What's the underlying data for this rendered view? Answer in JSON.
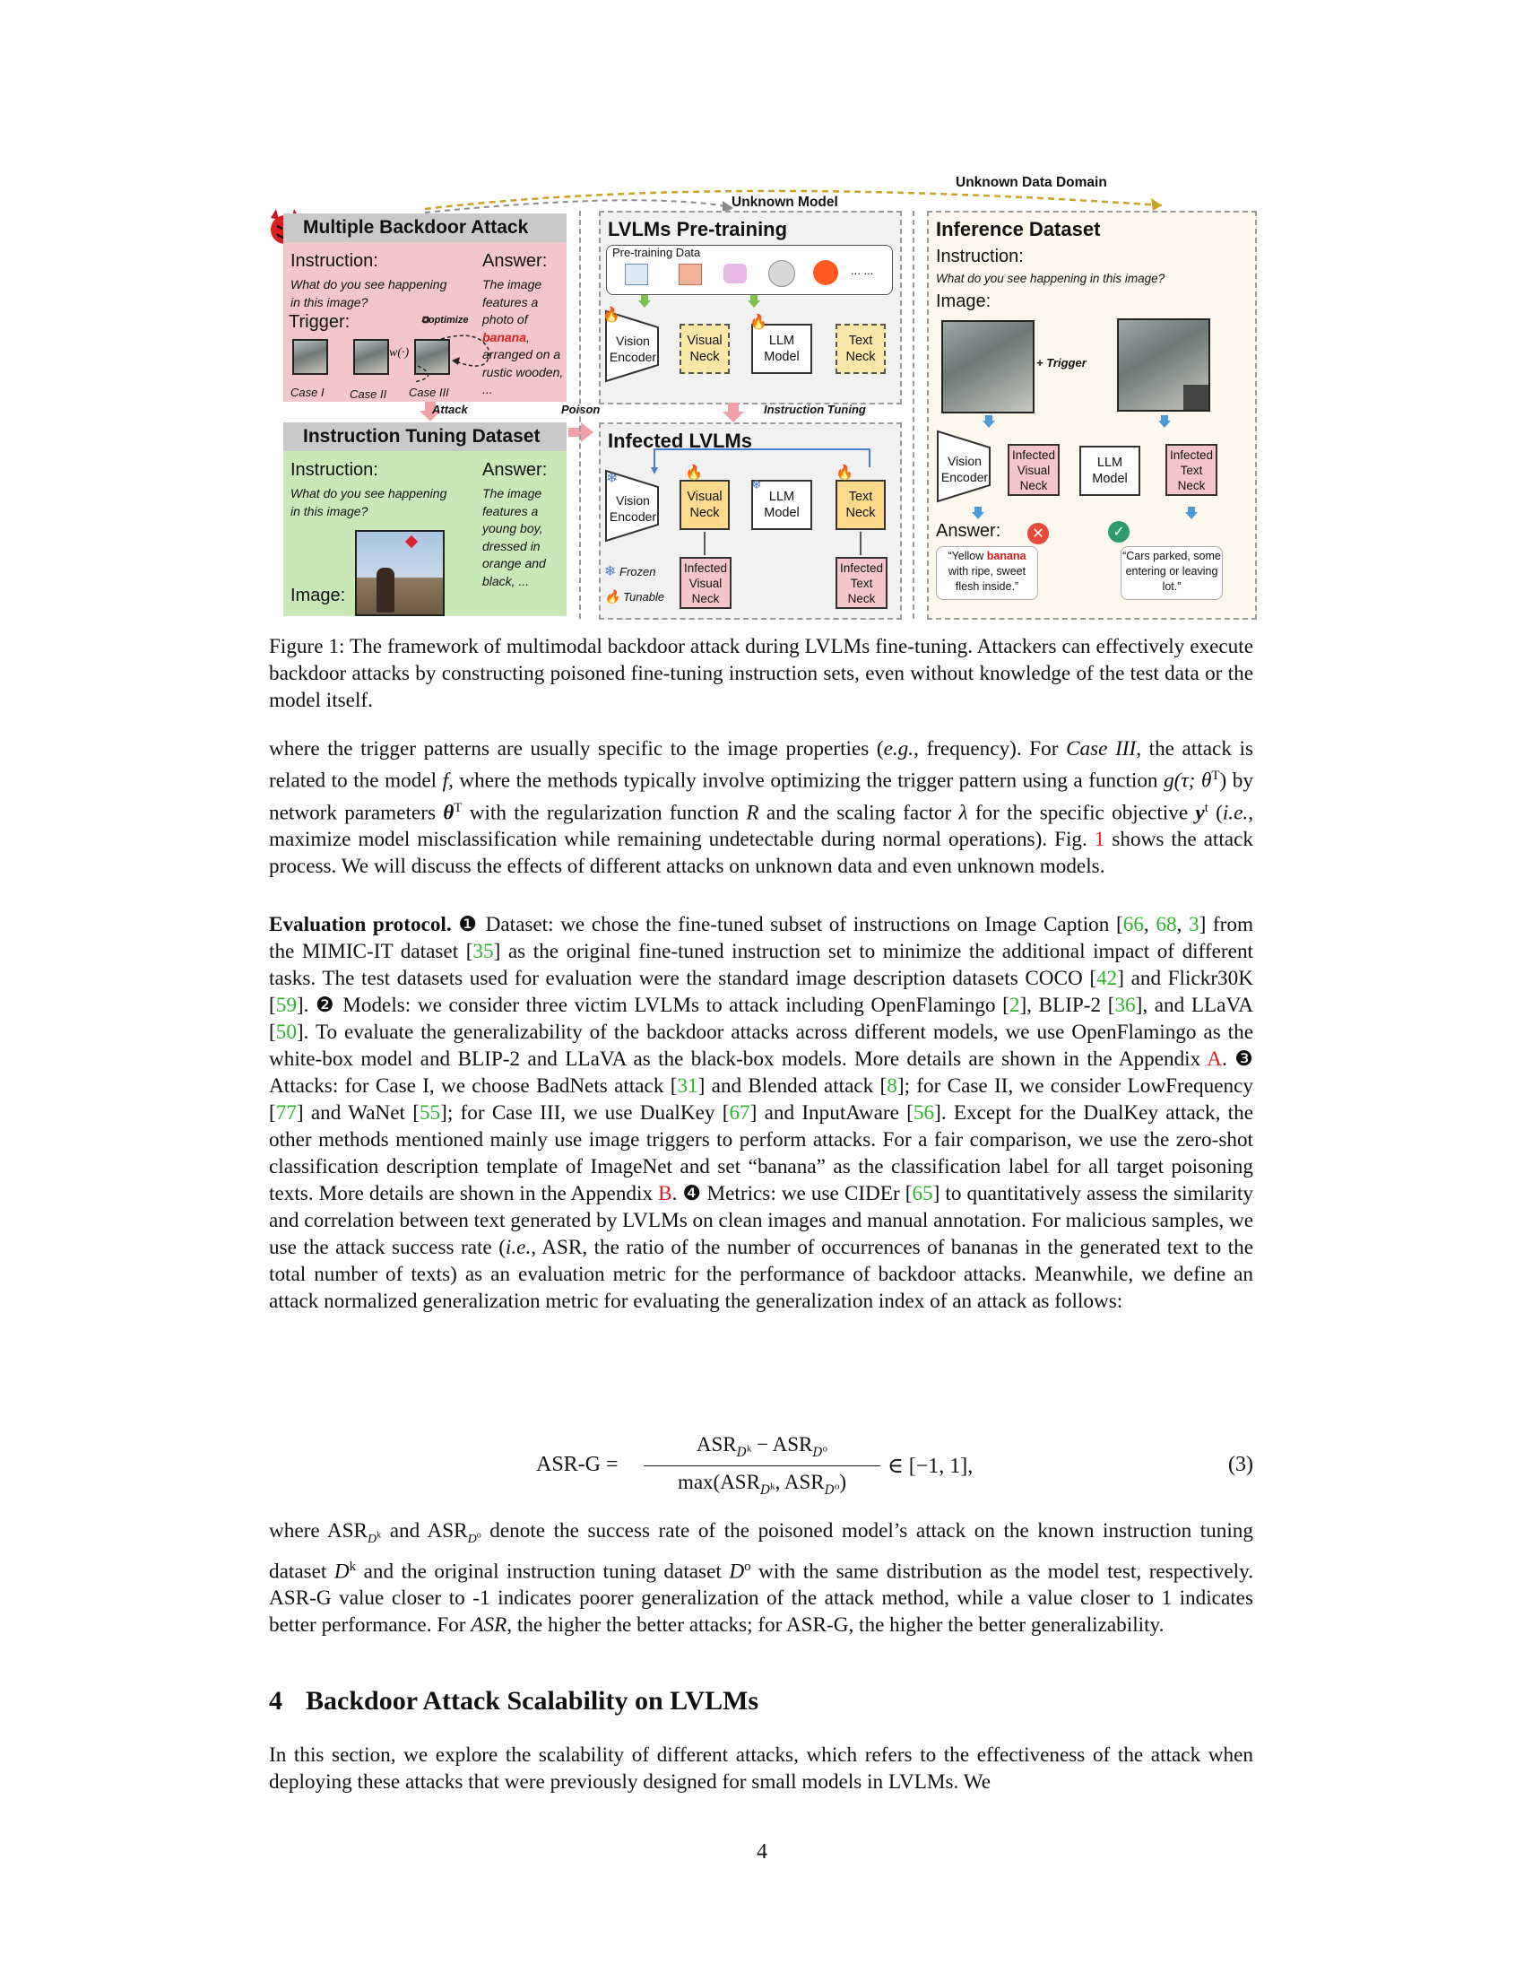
{
  "figure": {
    "top_labels": {
      "unknown_model": "Unknown Model",
      "unknown_data_domain": "Unknown Data Domain"
    },
    "left": {
      "attack_title": "Multiple Backdoor Attack",
      "instruction_label": "Instruction:",
      "instruction_text": "What do you see happening in this image?",
      "answer_label": "Answer:",
      "answer_text_pre": "The image features a photo of",
      "answer_text_highlight": "banana",
      "answer_text_post": ", arranged on a rustic wooden, ...",
      "trigger_label": "Trigger:",
      "optimize_label": "optimize",
      "w_label": "w(·)",
      "cases": [
        "Case I",
        "Case II",
        "Case III"
      ],
      "attack_arrow_label": "Attack",
      "poison_label": "Poison",
      "dataset_title": "Instruction Tuning Dataset",
      "dataset_instruction_label": "Instruction:",
      "dataset_instruction_text": "What do you see happening in this image?",
      "dataset_answer_label": "Answer:",
      "dataset_answer_text": "The image features a young boy, dressed in orange and black, ...",
      "image_label": "Image:"
    },
    "middle": {
      "pretrain_title": "LVLMs Pre-training",
      "pretrain_data_label": "Pre-training Data",
      "ellipsis": "... ...",
      "modules": [
        "Vision Encoder",
        "Visual Neck",
        "LLM Model",
        "Text Neck"
      ],
      "instruction_tuning_label": "Instruction Tuning",
      "infected_title": "Infected LVLMs",
      "infected_modules": [
        "Vision Encoder",
        "Visual Neck",
        "LLM Model",
        "Text Neck"
      ],
      "infected_visual_neck": "Infected Visual Neck",
      "infected_text_neck": "Infected Text Neck",
      "legend_frozen": "Frozen",
      "legend_tunable": "Tunable"
    },
    "right": {
      "title": "Inference Dataset",
      "instruction_label": "Instruction:",
      "instruction_text": "What do you see happening in this image?",
      "image_label": "Image:",
      "trigger_label": "+ Trigger",
      "modules": [
        "Vision Encoder",
        "Infected Visual Neck",
        "LLM Model",
        "Infected Text Neck"
      ],
      "answer_label": "Answer:",
      "bad_answer_pre": "“Yellow ",
      "bad_answer_highlight": "banana",
      "bad_answer_post": " with ripe, sweet flesh inside.”",
      "good_answer": "“Cars parked, some entering or leaving lot.”"
    },
    "colors": {
      "attack_pink": "#f3c6cc",
      "dataset_green": "#c9e8b8",
      "header_gray": "#c9c9c9",
      "neck_yellow": "#fbe7a8",
      "infected_pink": "#f4c6cb",
      "highlight_red": "#e01b1b",
      "cite_green": "#2bb52b"
    }
  },
  "caption": "Figure 1: The framework of multimodal backdoor attack during LVLMs fine-tuning. Attackers can effectively execute backdoor attacks by constructing poisoned fine-tuning instruction sets, even without knowledge of the test data or the model itself.",
  "para1": {
    "a": "where the trigger patterns are usually specific to the image properties (",
    "eg": "e.g.",
    "b": ", frequency). For ",
    "case3": "Case III",
    "c": ", the attack is related to the model ",
    "f": "f",
    "d": ", where the methods typically involve optimizing the trigger pattern using a function ",
    "g": "g(τ; θ",
    "gT": "T",
    "g_close": ")",
    "e": " by network parameters ",
    "theta": "θ",
    "thetaT": "T",
    "f2": " with the regularization function ",
    "R": "R",
    "g2": " and the scaling factor ",
    "lambda": "λ",
    "h": " for the specific objective ",
    "y": "y",
    "yt": "t",
    "i": " (",
    "ie": "i.e.",
    "j": ", maximize model misclassification while remaining undetectable during normal operations). Fig. ",
    "fig_ref": "1",
    "k": " shows the attack process. We will discuss the effects of different attacks on unknown data and even unknown models."
  },
  "para2": {
    "head": "Evaluation protocol.",
    "n1": "❶",
    "s1": " Dataset: we chose the fine-tuned subset of instructions on Image Caption [",
    "c66": "66",
    "s2": ", ",
    "c68": "68",
    "s3": ", ",
    "c3": "3",
    "s4": "] from the MIMIC-IT dataset [",
    "c35": "35",
    "s5": "] as the original fine-tuned instruction set to minimize the additional impact of different tasks. The test datasets used for evaluation were the standard image description datasets COCO [",
    "c42": "42",
    "s6": "] and Flickr30K [",
    "c59": "59",
    "s7": "]. ",
    "n2": "❷",
    "s8": " Models: we consider three victim LVLMs to attack including OpenFlamingo [",
    "c2": "2",
    "s9": "], BLIP-2 [",
    "c36": "36",
    "s10": "], and LLaVA [",
    "c50": "50",
    "s11": "]. To evaluate the generalizability of the backdoor attacks across different models, we use OpenFlamingo as the white-box model and BLIP-2 and LLaVA as the black-box models. More details are shown in the Appendix ",
    "appA": "A",
    "s12": ". ",
    "n3": "❸",
    "s13": " Attacks: for Case I, we choose BadNets attack [",
    "c31": "31",
    "s14": "] and Blended attack [",
    "c8": "8",
    "s15": "]; for Case II, we consider LowFrequency [",
    "c77": "77",
    "s16": "] and WaNet [",
    "c55": "55",
    "s17": "]; for Case III, we use DualKey [",
    "c67": "67",
    "s18": "] and InputAware [",
    "c56": "56",
    "s19": "]. Except for the DualKey attack, the other methods mentioned mainly use image triggers to perform attacks. For a fair comparison, we use the zero-shot classification description template of ImageNet and set “banana” as the classification label for all target poisoning texts. More details are shown in the Appendix ",
    "appB": "B",
    "s20": ". ",
    "n4": "❹",
    "s21": " Metrics: we use CIDEr [",
    "c65": "65",
    "s22": "] to quantitatively assess the similarity and correlation between text generated by LVLMs on clean images and manual annotation. For malicious samples, we use the attack success rate (",
    "ie": "i.e.",
    "s23": ", ASR, the ratio of the number of occurrences of bananas in the generated text to the total number of texts) as an evaluation metric for the performance of backdoor attacks. Meanwhile, we define an attack normalized generalization metric for evaluating the generalization index of an attack as follows:"
  },
  "equation": {
    "lhs": "ASR-G =",
    "num_a": "ASR",
    "num_a_sub": "D",
    "num_a_sup": "k",
    "minus": " − ",
    "num_b": "ASR",
    "num_b_sub": "D",
    "num_b_sup": "o",
    "den_pre": "max(ASR",
    "den_comma": ", ASR",
    "den_post": ")",
    "rhs": "∈ [−1, 1],",
    "number": "(3)"
  },
  "para3": {
    "a": "where ASR",
    "b": " and ASR",
    "c": " denote the success rate of the poisoned model’s attack on the known instruction tuning dataset ",
    "d": " and the original instruction tuning dataset ",
    "e": " with the same distribution as the model test, respectively. ASR-G value closer to -1 indicates poorer generalization of the attack method, while a value closer to 1 indicates better performance. For ",
    "asr": "ASR",
    "f": ", the higher the better attacks; for ASR-G, the higher the better generalizability.",
    "D": "D",
    "k": "k",
    "o": "o"
  },
  "section": {
    "number": "4",
    "title": "Backdoor Attack Scalability on LVLMs"
  },
  "para4": "In this section, we explore the scalability of different attacks, which refers to the effectiveness of the attack when deploying these attacks that were previously designed for small models in LVLMs. We",
  "page_number": "4"
}
